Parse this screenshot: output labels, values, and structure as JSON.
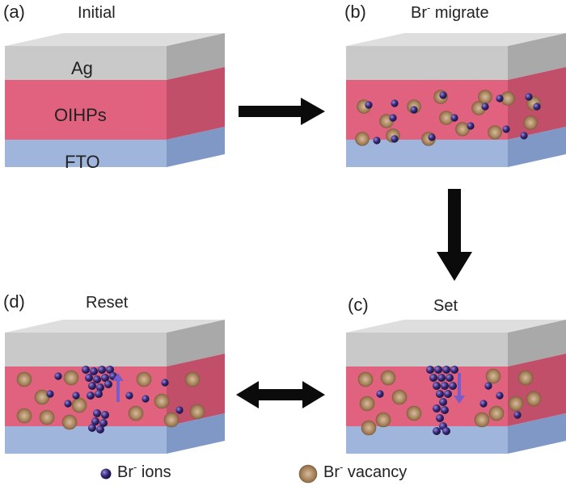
{
  "panels": {
    "a": {
      "letter": "(a)",
      "title": "Initial"
    },
    "b": {
      "letter": "(b)",
      "title_base": "Br",
      "title_sup": "-",
      "title_rest": " migrate"
    },
    "c": {
      "letter": "(c)",
      "title": "Set"
    },
    "d": {
      "letter": "(d)",
      "title": "Reset"
    }
  },
  "layers": {
    "top": "Ag",
    "middle": "OIHPs",
    "bottom": "FTO"
  },
  "legend": {
    "ions_base": "Br",
    "ions_sup": "-",
    "ions_rest": " ions",
    "vacancy_base": "Br",
    "vacancy_sup": "-",
    "vacancy_rest": " vacancy"
  },
  "colors": {
    "ag_front": "#c9c9c9",
    "ag_top": "#dedede",
    "ag_side": "#a9a9a9",
    "oihp_front": "#e0627f",
    "oihp_side": "#c24f6a",
    "fto_front": "#9fb5dc",
    "fto_side": "#7f98c6",
    "ion": "#3a2a7a",
    "vacancy": "#a9845e",
    "arrow": "#0b0b0b",
    "migration_arrow": "#7a5cc9"
  }
}
